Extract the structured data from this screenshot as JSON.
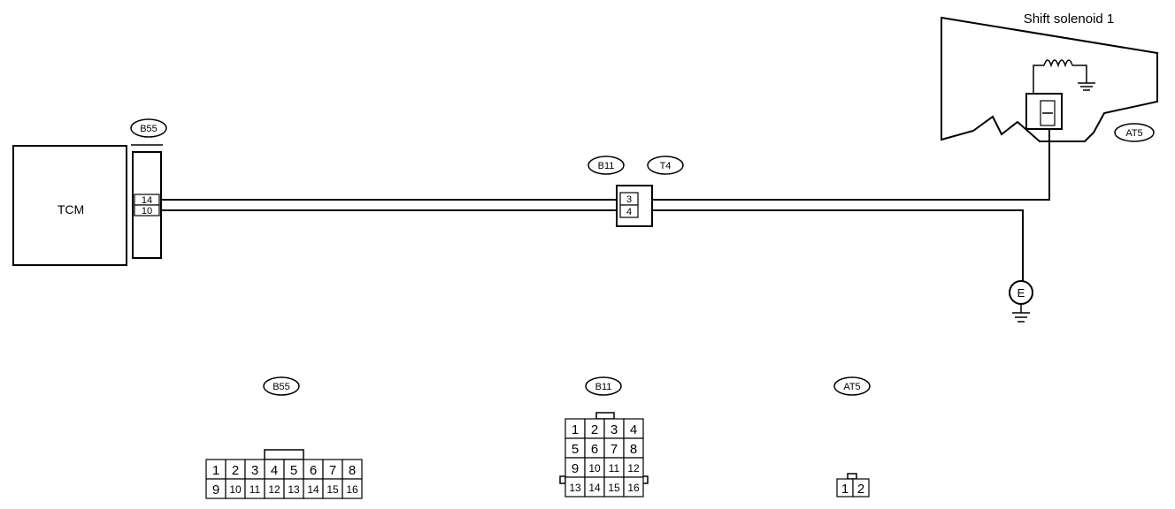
{
  "components": {
    "tcm": {
      "label": "TCM"
    },
    "solenoid": {
      "label": "Shift solenoid 1"
    },
    "ground": {
      "label": "E"
    }
  },
  "connector_tags": {
    "b55_top": "B55",
    "b11_top": "B11",
    "t4_top": "T4",
    "at5_top": "AT5",
    "b55_bottom": "B55",
    "b11_bottom": "B11",
    "at5_bottom": "AT5"
  },
  "tcm_pins": {
    "upper": "14",
    "lower": "10"
  },
  "mid_pins": {
    "upper": "3",
    "lower": "4"
  },
  "pinouts": {
    "b55": {
      "row1": [
        "1",
        "2",
        "3",
        "4",
        "5",
        "6",
        "7",
        "8"
      ],
      "row2": [
        "9",
        "10",
        "11",
        "12",
        "13",
        "14",
        "15",
        "16"
      ]
    },
    "b11": {
      "row1": [
        "1",
        "2",
        "3",
        "4"
      ],
      "row2": [
        "5",
        "6",
        "7",
        "8"
      ],
      "row3": [
        "9",
        "10",
        "11",
        "12"
      ],
      "row4": [
        "13",
        "14",
        "15",
        "16"
      ]
    },
    "at5": {
      "row1": [
        "1",
        "2"
      ]
    }
  }
}
